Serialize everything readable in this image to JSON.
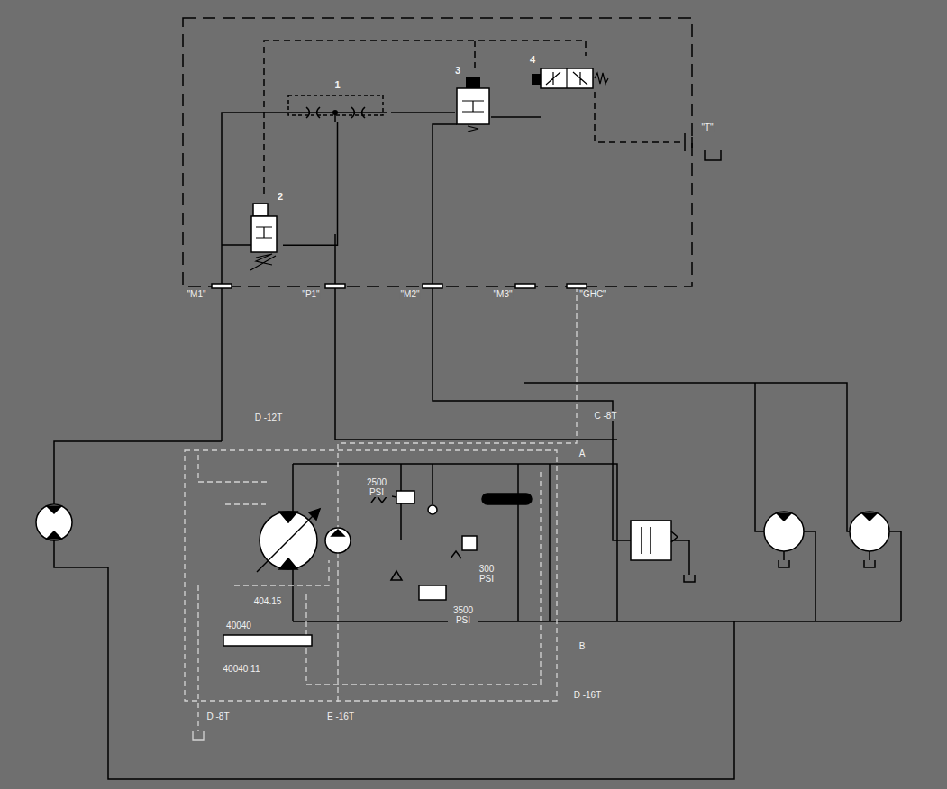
{
  "diagram": {
    "nodes": [
      {
        "text": [
          "1"
        ]
      },
      {
        "text": [
          "2"
        ]
      },
      {
        "text": [
          "3"
        ]
      },
      {
        "text": [
          "4"
        ]
      }
    ],
    "edges": [
      {
        "from": 0,
        "to": 1,
        "arrow": "none"
      },
      {
        "from": 0,
        "to": 2,
        "arrow": "none"
      }
    ],
    "labels": [
      "\"M1\"",
      "\"P1\"",
      "\"M2\"",
      "\"M3\"",
      "\"GHC\"",
      "\"T\"",
      "D -12T",
      "C -8T",
      "A",
      "2500 PSI",
      "300 PSI",
      "3500 PSI",
      "404.15",
      "40040",
      "40040 11",
      "B",
      "D -16T",
      "D -8T",
      "E -16T"
    ]
  }
}
